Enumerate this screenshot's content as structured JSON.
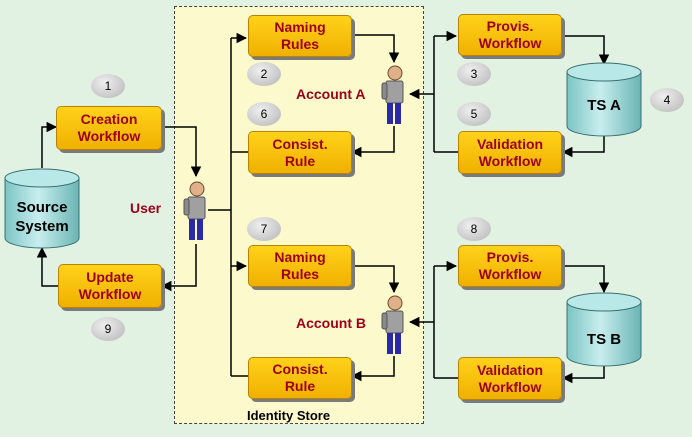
{
  "identity_store": {
    "label": "Identity Store"
  },
  "source_system": {
    "line1": "Source",
    "line2": "System"
  },
  "ts_a": {
    "label": "TS A"
  },
  "ts_b": {
    "label": "TS B"
  },
  "user": {
    "label": "User"
  },
  "account_a": {
    "label": "Account A"
  },
  "account_b": {
    "label": "Account B"
  },
  "boxes": {
    "creation_workflow": [
      "Creation",
      "Workflow"
    ],
    "update_workflow": [
      "Update",
      "Workflow"
    ],
    "naming_rules_a": [
      "Naming",
      "Rules"
    ],
    "consist_rule_a": [
      "Consist.",
      "Rule"
    ],
    "naming_rules_b": [
      "Naming",
      "Rules"
    ],
    "consist_rule_b": [
      "Consist.",
      "Rule"
    ],
    "provis_workflow_a": [
      "Provis.",
      "Workflow"
    ],
    "validation_workflow_a": [
      "Validation",
      "Workflow"
    ],
    "provis_workflow_b": [
      "Provis.",
      "Workflow"
    ],
    "validation_workflow_b": [
      "Validation",
      "Workflow"
    ]
  },
  "steps": [
    "1",
    "2",
    "3",
    "4",
    "5",
    "6",
    "7",
    "8",
    "9"
  ],
  "colors": {
    "box_fill": "#ffd21a",
    "box_text": "#9e0018",
    "background": "#e2f2e2",
    "identity_store_fill": "#fcf9cc",
    "cylinder_fill": "#a8dede"
  }
}
